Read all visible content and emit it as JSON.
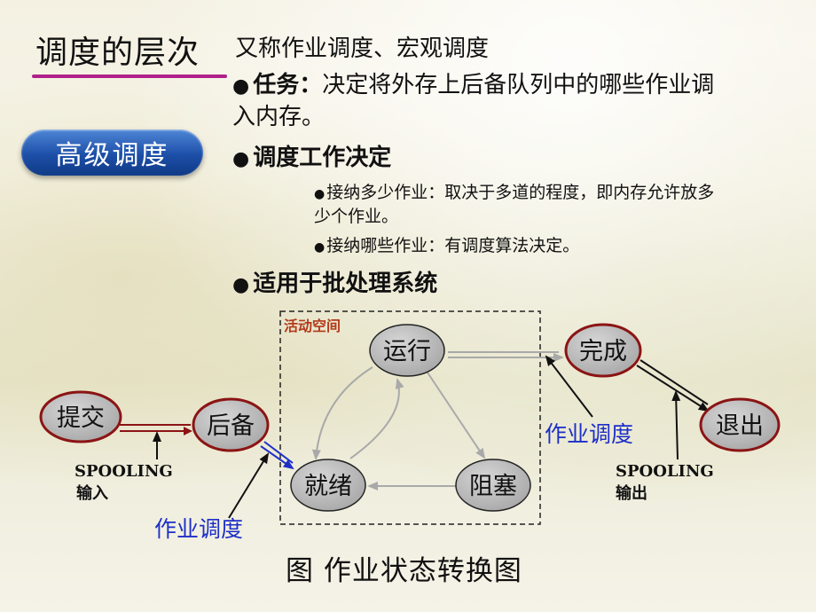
{
  "title": "调度的层次",
  "subtitle": "又称作业调度、宏观调度",
  "badge": "高级调度",
  "bullets": {
    "task_label": "任务：",
    "task_text_1": "决定将外存上后备队列中的哪些作业调",
    "task_text_2": "入内存。",
    "decision_label": "调度工作决定",
    "sub1_line1": "接纳多少作业：取决于多道的程度，即内存允许放多",
    "sub1_line2": "少个作业。",
    "sub2": "接纳哪些作业：有调度算法决定。",
    "applies": "适用于批处理系统"
  },
  "diagram": {
    "active_space": "活动空间",
    "nodes": {
      "submit": "提交",
      "backup": "后备",
      "ready": "就绪",
      "running": "运行",
      "blocked": "阻塞",
      "complete": "完成",
      "exit": "退出"
    },
    "spooling_in_1": "SPOOLING",
    "spooling_in_2": "输入",
    "spooling_out_1": "SPOOLING",
    "spooling_out_2": "输出",
    "job_sched_left": "作业调度",
    "job_sched_right": "作业调度"
  },
  "caption": "图 作业状态转换图",
  "colors": {
    "accent_underline": "#b0208a",
    "badge_blue": "#1d4fa8",
    "node_fill": "#b9b9b9",
    "node_border_red": "#8b1414",
    "active_label": "#b23a1a",
    "job_sched_text": "#1d2fc8"
  }
}
